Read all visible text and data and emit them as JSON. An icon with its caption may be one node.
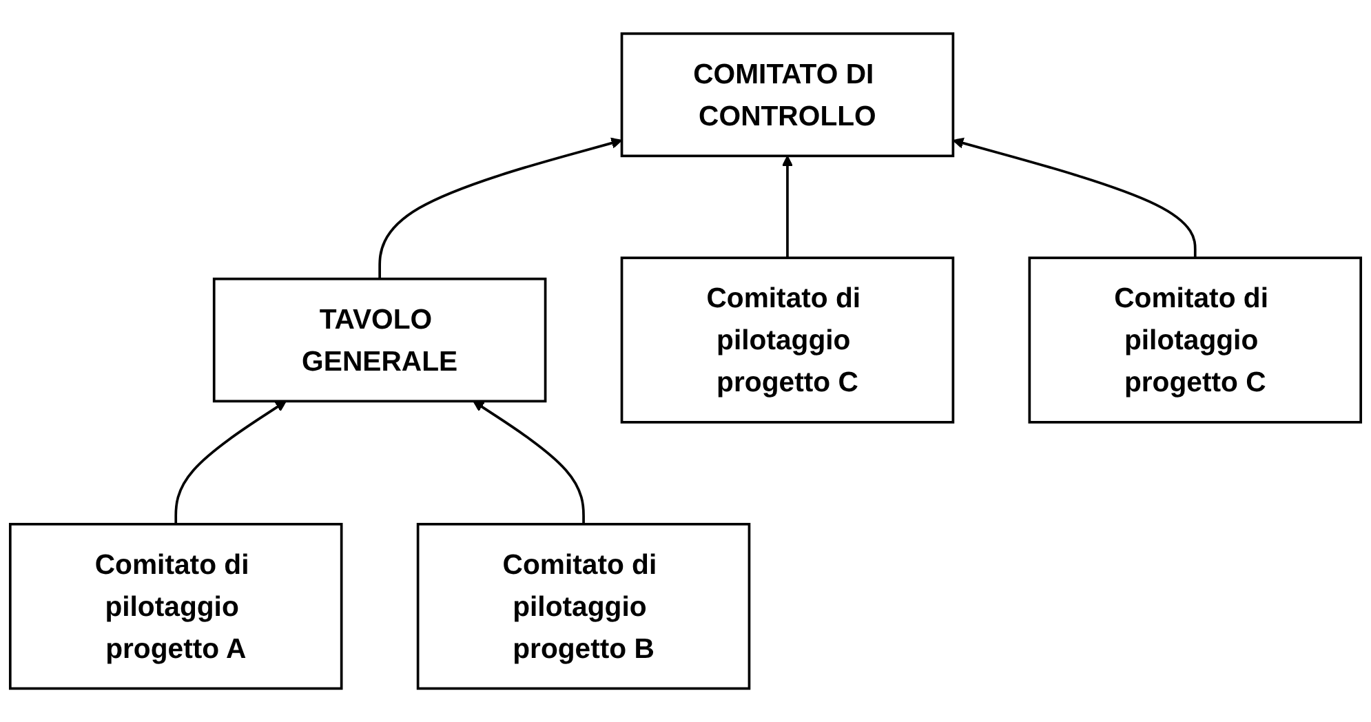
{
  "diagram": {
    "nodes": [
      {
        "text": [
          "TAVOLO GENERALE"
        ]
      },
      {
        "text": [
          "COMITATO DI CONTROLLO"
        ]
      },
      {
        "text": [
          "Comitato di pilotaggio progetto A"
        ]
      },
      {
        "text": [
          "Comitato di pilotaggio progetto B"
        ]
      },
      {
        "text": [
          "Comitato di pilotaggio progetto C"
        ]
      },
      {
        "text": [
          "Comitato di pilotaggio progetto C"
        ]
      }
    ],
    "edges": [
      {
        "from": 0,
        "to": 1,
        "arrow": "to"
      },
      {
        "from": 2,
        "to": 0,
        "arrow": "to"
      },
      {
        "from": 3,
        "to": 0,
        "arrow": "to"
      },
      {
        "from": 4,
        "to": 1,
        "arrow": "to"
      },
      {
        "from": 5,
        "to": 1,
        "arrow": "to"
      }
    ]
  }
}
